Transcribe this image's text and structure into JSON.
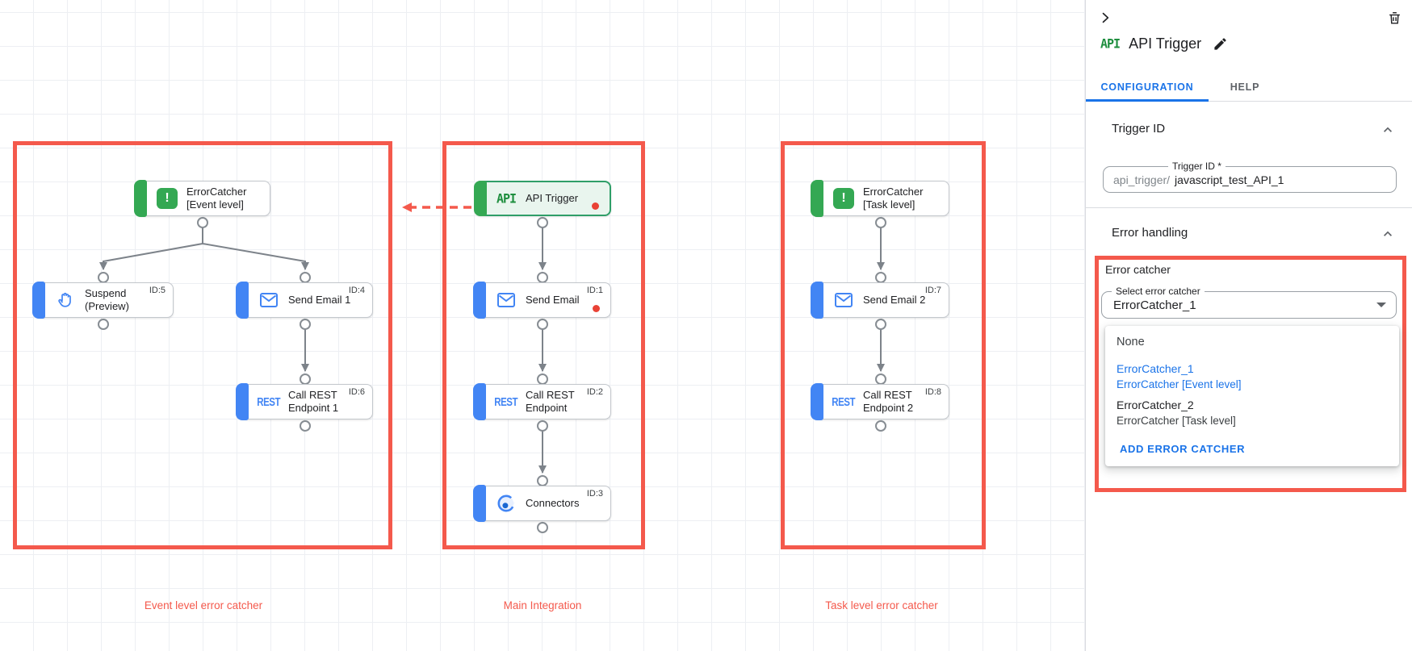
{
  "colors": {
    "accent_blue": "#1a73e8",
    "overlay_red": "#f4594c",
    "node_green": "#34a853",
    "node_blue": "#4285f4",
    "status_red_dot": "#e94235"
  },
  "canvas": {
    "groups": [
      {
        "label": "Event level error catcher"
      },
      {
        "label": "Main Integration"
      },
      {
        "label": "Task level error catcher"
      }
    ],
    "nodes": {
      "ec_event": {
        "label": "ErrorCatcher\n[Event level]",
        "icon": "error-catcher"
      },
      "suspend": {
        "label": "Suspend\n(Preview)",
        "id": "ID:5",
        "icon": "hand"
      },
      "send1": {
        "label": "Send Email 1",
        "id": "ID:4",
        "icon": "envelope"
      },
      "rest1": {
        "label": "Call REST\nEndpoint 1",
        "id": "ID:6",
        "icon": "REST"
      },
      "api": {
        "label": "API Trigger",
        "icon_text": "API"
      },
      "send": {
        "label": "Send Email",
        "id": "ID:1",
        "icon": "envelope"
      },
      "rest": {
        "label": "Call REST\nEndpoint",
        "id": "ID:2",
        "icon": "REST"
      },
      "connectors": {
        "label": "Connectors",
        "id": "ID:3",
        "icon": "connectors"
      },
      "ec_task": {
        "label": "ErrorCatcher\n[Task level]",
        "icon": "error-catcher"
      },
      "send2": {
        "label": "Send Email 2",
        "id": "ID:7",
        "icon": "envelope"
      },
      "rest2": {
        "label": "Call REST\nEndpoint 2",
        "id": "ID:8",
        "icon": "REST"
      }
    }
  },
  "panel": {
    "logo_text": "API",
    "title": "API Trigger",
    "tabs": [
      {
        "label": "CONFIGURATION"
      },
      {
        "label": "HELP"
      }
    ],
    "trigger_id": {
      "header": "Trigger ID",
      "field_label": "Trigger ID *",
      "prefix": "api_trigger/",
      "value": "javascript_test_API_1"
    },
    "error_handling": {
      "header": "Error handling",
      "error_catcher_label": "Error catcher",
      "select_label": "Select error catcher",
      "select_value": "ErrorCatcher_1",
      "menu": {
        "none": "None",
        "opt1_name": "ErrorCatcher_1",
        "opt1_desc": "ErrorCatcher [Event level]",
        "opt2_name": "ErrorCatcher_2",
        "opt2_desc": "ErrorCatcher [Task level]",
        "add_label": "ADD ERROR CATCHER"
      }
    }
  }
}
